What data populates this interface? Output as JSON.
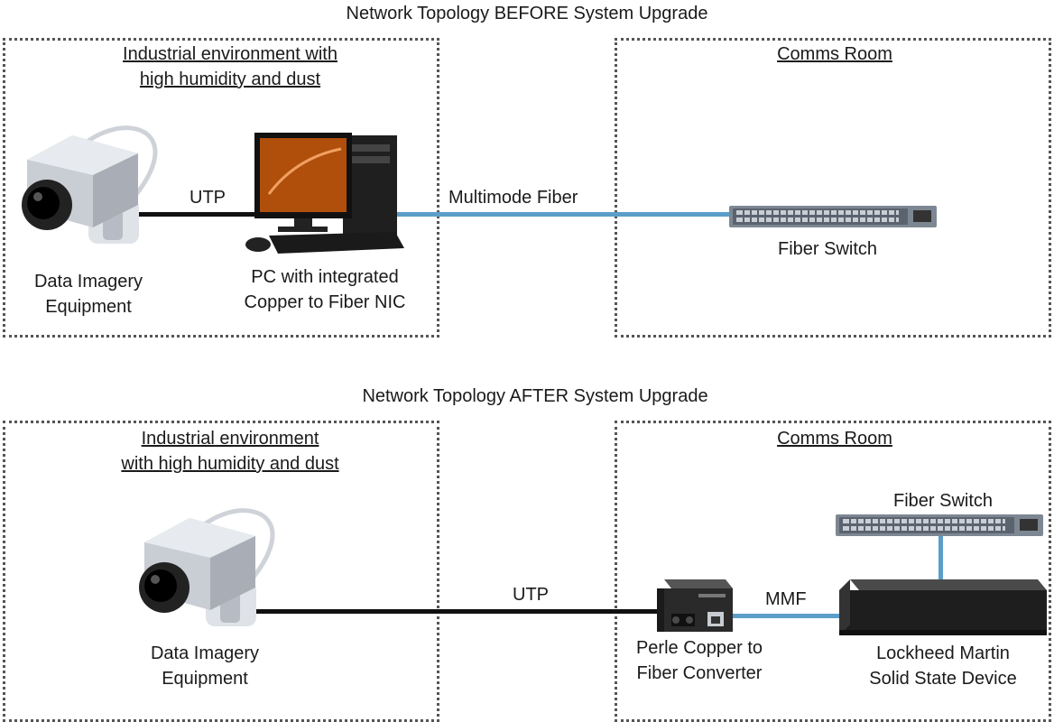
{
  "before": {
    "title": "Network Topology BEFORE System Upgrade",
    "industrial_heading_lines": [
      "Industrial environment with",
      "high humidity and dust"
    ],
    "comms_heading": "Comms Room",
    "camera_label_lines": [
      "Data Imagery",
      "Equipment"
    ],
    "pc_label_lines": [
      "PC with integrated",
      "Copper to Fiber NIC"
    ],
    "switch_label": "Fiber Switch",
    "utp_label": "UTP",
    "fiber_label": "Multimode Fiber"
  },
  "after": {
    "title": "Network Topology AFTER System Upgrade",
    "industrial_heading_lines": [
      "Industrial environment",
      "with high humidity and dust"
    ],
    "comms_heading": "Comms Room",
    "camera_label_lines": [
      "Data Imagery",
      "Equipment"
    ],
    "switch_label": "Fiber Switch",
    "converter_label_lines": [
      "Perle Copper to",
      "Fiber Converter"
    ],
    "device_label_lines": [
      "Lockheed Martin",
      "Solid State Device"
    ],
    "utp_label": "UTP",
    "mmf_label": "MMF"
  },
  "colors": {
    "fiber": "#5b9ec9",
    "copper": "#111111",
    "zone_border": "#555555"
  },
  "icons": [
    "camera-icon",
    "pc-icon",
    "fiber-switch-icon",
    "media-converter-icon",
    "solid-state-device-icon"
  ]
}
